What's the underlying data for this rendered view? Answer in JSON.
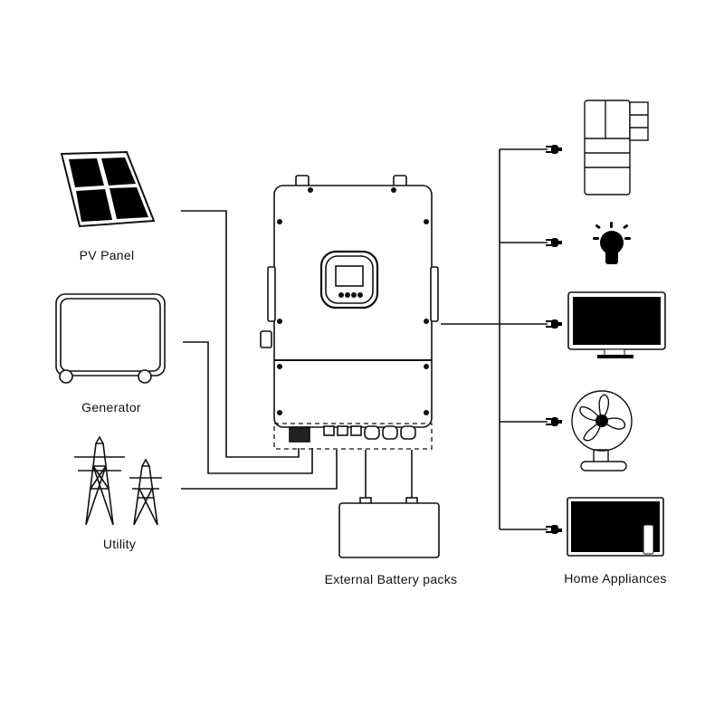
{
  "sources": {
    "pv_panel": "PV Panel",
    "generator": "Generator",
    "utility": "Utility"
  },
  "battery": "External Battery packs",
  "loads": "Home Appliances",
  "colors": {
    "line": "#111111",
    "fill": "#000000",
    "background": "#ffffff"
  }
}
